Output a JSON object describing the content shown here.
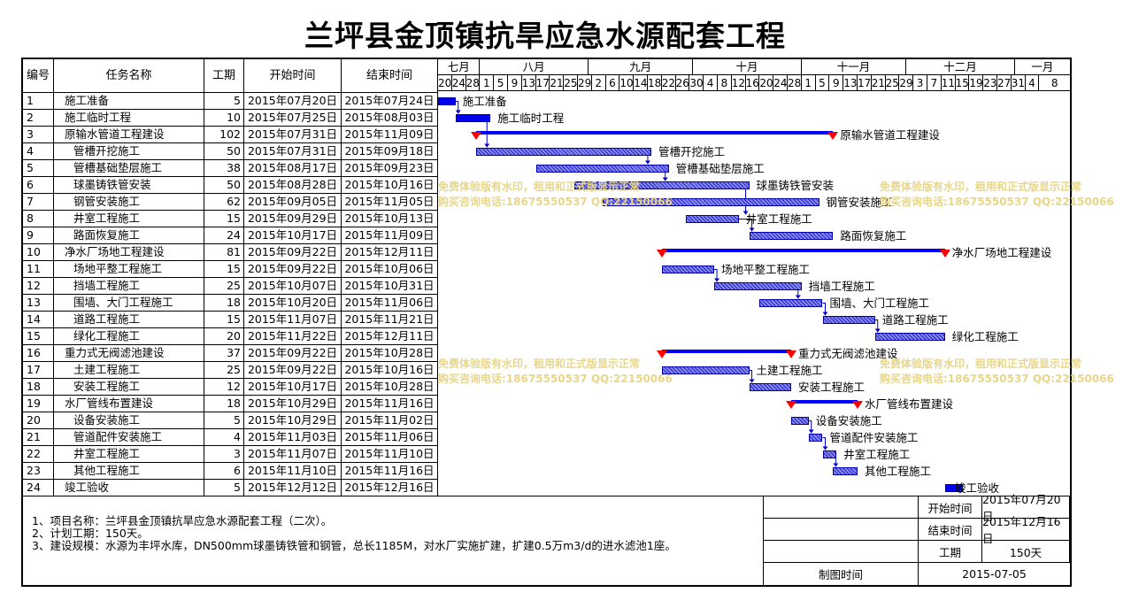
{
  "title": "兰坪县金顶镇抗旱应急水源配套工程",
  "columns": {
    "id": "编号",
    "name": "任务名称",
    "duration": "工期",
    "start": "开始时间",
    "end": "结束时间"
  },
  "timeline": {
    "months": [
      "七月",
      "八月",
      "九月",
      "十月",
      "十一月",
      "十二月",
      "一月"
    ],
    "days": [
      "20",
      "24",
      "28",
      "1",
      "5",
      "9",
      "13",
      "17",
      "21",
      "25",
      "29",
      "2",
      "6",
      "10",
      "14",
      "18",
      "22",
      "26",
      "30",
      "4",
      "8",
      "12",
      "16",
      "20",
      "24",
      "28",
      "1",
      "5",
      "9",
      "13",
      "17",
      "21",
      "25",
      "29",
      "3",
      "7",
      "11",
      "15",
      "19",
      "23",
      "27",
      "31",
      "4",
      "8"
    ]
  },
  "tasks": [
    {
      "id": "1",
      "name": "施工准备",
      "level": 0,
      "duration": "5",
      "start": "2015年07月20日",
      "end": "2015年07月24日",
      "summary": false
    },
    {
      "id": "2",
      "name": "施工临时工程",
      "level": 0,
      "duration": "10",
      "start": "2015年07月25日",
      "end": "2015年08月03日",
      "summary": false
    },
    {
      "id": "3",
      "name": "原输水管道工程建设",
      "level": 0,
      "duration": "102",
      "start": "2015年07月31日",
      "end": "2015年11月09日",
      "summary": true
    },
    {
      "id": "4",
      "name": "管槽开挖施工",
      "level": 1,
      "duration": "50",
      "start": "2015年07月31日",
      "end": "2015年09月18日",
      "summary": false
    },
    {
      "id": "5",
      "name": "管槽基础垫层施工",
      "level": 1,
      "duration": "38",
      "start": "2015年08月17日",
      "end": "2015年09月23日",
      "summary": false
    },
    {
      "id": "6",
      "name": "球墨铸铁管安装",
      "level": 1,
      "duration": "50",
      "start": "2015年08月28日",
      "end": "2015年10月16日",
      "summary": false
    },
    {
      "id": "7",
      "name": "钢管安装施工",
      "level": 1,
      "duration": "62",
      "start": "2015年09月05日",
      "end": "2015年11月05日",
      "summary": false
    },
    {
      "id": "8",
      "name": "井室工程施工",
      "level": 1,
      "duration": "15",
      "start": "2015年09月29日",
      "end": "2015年10月13日",
      "summary": false
    },
    {
      "id": "9",
      "name": "路面恢复施工",
      "level": 1,
      "duration": "24",
      "start": "2015年10月17日",
      "end": "2015年11月09日",
      "summary": false
    },
    {
      "id": "10",
      "name": "净水厂场地工程建设",
      "level": 0,
      "duration": "81",
      "start": "2015年09月22日",
      "end": "2015年12月11日",
      "summary": true
    },
    {
      "id": "11",
      "name": "场地平整工程施工",
      "level": 1,
      "duration": "15",
      "start": "2015年09月22日",
      "end": "2015年10月06日",
      "summary": false
    },
    {
      "id": "12",
      "name": "挡墙工程施工",
      "level": 1,
      "duration": "25",
      "start": "2015年10月07日",
      "end": "2015年10月31日",
      "summary": false
    },
    {
      "id": "13",
      "name": "围墙、大门工程施工",
      "level": 1,
      "duration": "18",
      "start": "2015年10月20日",
      "end": "2015年11月06日",
      "summary": false
    },
    {
      "id": "14",
      "name": "道路工程施工",
      "level": 1,
      "duration": "15",
      "start": "2015年11月07日",
      "end": "2015年11月21日",
      "summary": false
    },
    {
      "id": "15",
      "name": "绿化工程施工",
      "level": 1,
      "duration": "20",
      "start": "2015年11月22日",
      "end": "2015年12月11日",
      "summary": false
    },
    {
      "id": "16",
      "name": "重力式无阀滤池建设",
      "level": 0,
      "duration": "37",
      "start": "2015年09月22日",
      "end": "2015年10月28日",
      "summary": true
    },
    {
      "id": "17",
      "name": "土建工程施工",
      "level": 1,
      "duration": "25",
      "start": "2015年09月22日",
      "end": "2015年10月16日",
      "summary": false
    },
    {
      "id": "18",
      "name": "安装工程施工",
      "level": 1,
      "duration": "12",
      "start": "2015年10月17日",
      "end": "2015年10月28日",
      "summary": false
    },
    {
      "id": "19",
      "name": "水厂管线布置建设",
      "level": 0,
      "duration": "18",
      "start": "2015年10月29日",
      "end": "2015年11月16日",
      "summary": true
    },
    {
      "id": "20",
      "name": "设备安装施工",
      "level": 1,
      "duration": "5",
      "start": "2015年10月29日",
      "end": "2015年11月02日",
      "summary": false
    },
    {
      "id": "21",
      "name": "管道配件安装施工",
      "level": 1,
      "duration": "4",
      "start": "2015年11月03日",
      "end": "2015年11月06日",
      "summary": false
    },
    {
      "id": "22",
      "name": "井室工程施工",
      "level": 1,
      "duration": "3",
      "start": "2015年11月07日",
      "end": "2015年11月10日",
      "summary": false
    },
    {
      "id": "23",
      "name": "其他工程施工",
      "level": 1,
      "duration": "6",
      "start": "2015年11月10日",
      "end": "2015年11月16日",
      "summary": false
    },
    {
      "id": "24",
      "name": "竣工验收",
      "level": 0,
      "duration": "5",
      "start": "2015年12月12日",
      "end": "2015年12月16日",
      "summary": false
    }
  ],
  "notes": [
    "1、项目名称：兰坪县金顶镇抗旱应急水源配套工程（二次）。",
    "2、计划工期：150天。",
    "3、建设规模：水源为丰坪水库，DN500mm球墨铸铁管和钢管，总长1185M，对水厂实施扩建，扩建0.5万m3/d的进水滤池1座。"
  ],
  "info": {
    "start_label": "开始时间",
    "start_value": "2015年07月20日",
    "end_label": "结束时间",
    "end_value": "2015年12月16日",
    "duration_label": "工期",
    "duration_value": "150天",
    "drawn_label": "制图时间",
    "drawn_value": "2015-07-05"
  },
  "watermark": {
    "line1": "免费体验版有水印，租用和正式版显示正常",
    "line2": "购买咨询电话:18675550537 QQ:22150066"
  },
  "colors": {
    "bar": "#0000ee",
    "milestone": "#ff0000",
    "watermark": "#e8d68a"
  }
}
